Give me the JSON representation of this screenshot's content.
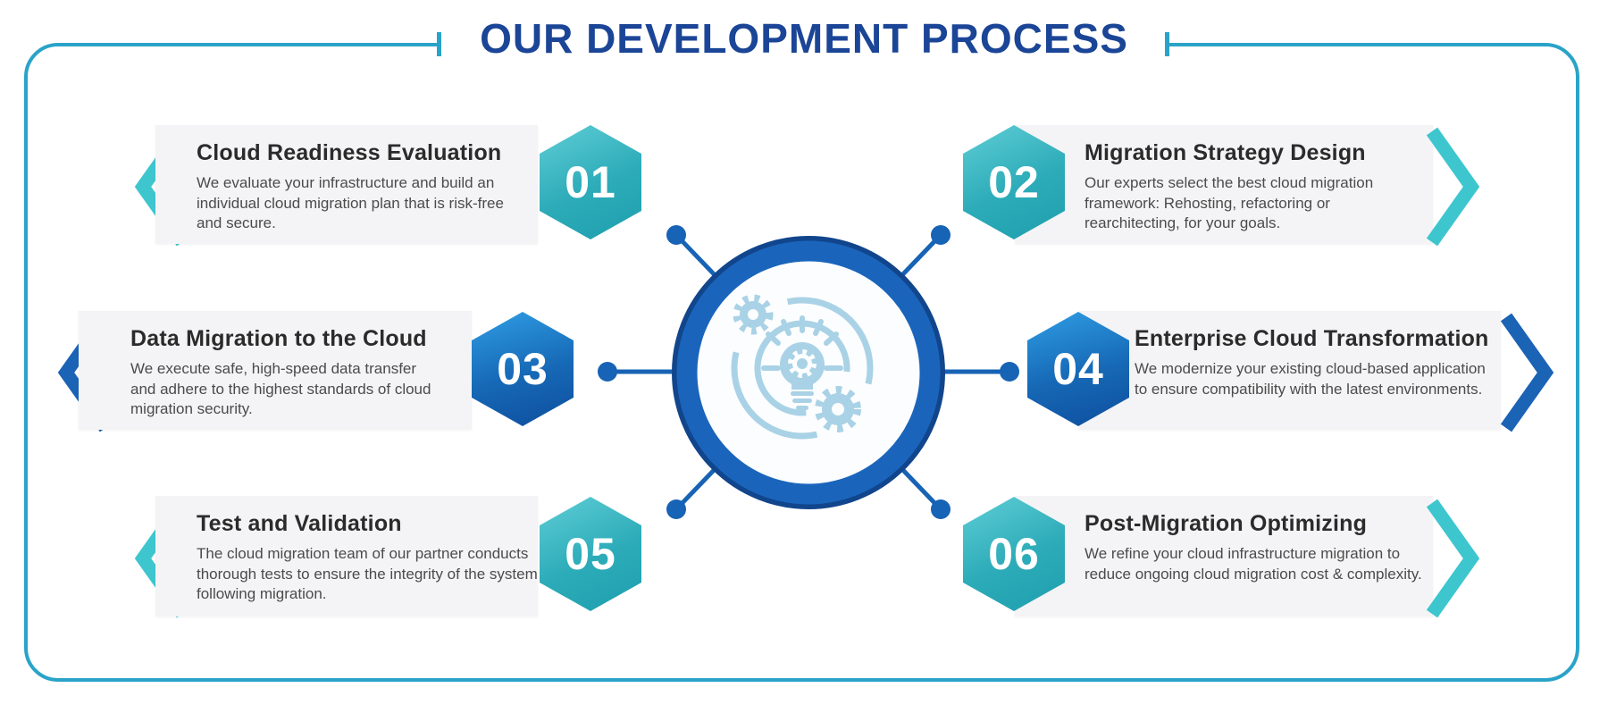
{
  "title": "OUR DEVELOPMENT PROCESS",
  "colors": {
    "frame_border": "#2aa3c9",
    "title_text": "#1b4596",
    "teal_accent": "#3ec6cf",
    "blue_accent": "#1a63b5",
    "card_background": "#f4f4f6",
    "heading_text": "#2b2b2b",
    "body_text": "#4b4b4b",
    "center_ring": "#1a65bb",
    "center_ring_rim": "#11458c",
    "connector": "#1763b5",
    "center_icon": "#a9d2e6"
  },
  "center_icon": "lightbulb-gears-icon",
  "steps": [
    {
      "number": "01",
      "side": "left",
      "accent": "teal",
      "title": "Cloud Readiness Evaluation",
      "description": "We evaluate your infrastructure and build an individual cloud migration plan that is risk-free and secure."
    },
    {
      "number": "02",
      "side": "right",
      "accent": "teal",
      "title": "Migration Strategy Design",
      "description": "Our experts select the best cloud migration framework: Rehosting, refactoring or rearchitecting, for your goals."
    },
    {
      "number": "03",
      "side": "left",
      "accent": "blue",
      "title": "Data Migration to the Cloud",
      "description": "We execute safe, high-speed data transfer and adhere to the highest standards of cloud migration security."
    },
    {
      "number": "04",
      "side": "right",
      "accent": "blue",
      "title": "Enterprise Cloud Transformation",
      "description": "We modernize your existing cloud-based application to ensure compatibility with the latest environments."
    },
    {
      "number": "05",
      "side": "left",
      "accent": "teal",
      "title": "Test and Validation",
      "description": "The cloud migration team of our partner conducts thorough tests to ensure the integrity of the system following migration."
    },
    {
      "number": "06",
      "side": "right",
      "accent": "teal",
      "title": "Post-Migration Optimizing",
      "description": "We refine your cloud infrastructure migration to reduce ongoing cloud migration cost & complexity."
    }
  ]
}
